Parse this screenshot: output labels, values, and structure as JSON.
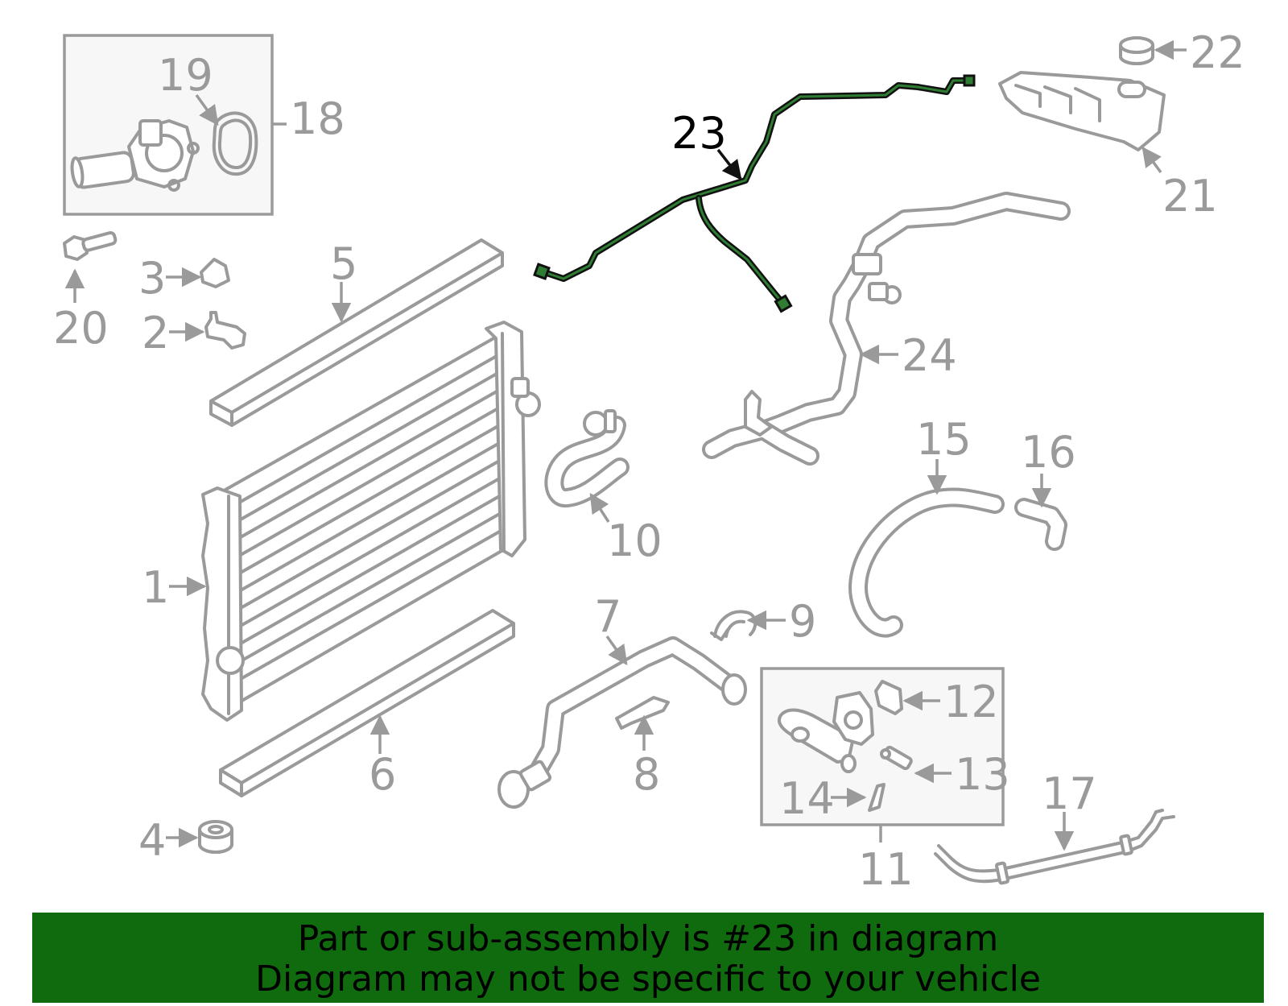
{
  "diagram": {
    "highlight_color": "#106b0e",
    "part_color": "#9a9a9a",
    "highlighted_part": "23",
    "callouts": {
      "c1": "1",
      "c2": "2",
      "c3": "3",
      "c4": "4",
      "c5": "5",
      "c6": "6",
      "c7": "7",
      "c8": "8",
      "c9": "9",
      "c10": "10",
      "c11": "11",
      "c12": "12",
      "c13": "13",
      "c14": "14",
      "c15": "15",
      "c16": "16",
      "c17": "17",
      "c18": "18",
      "c19": "19",
      "c20": "20",
      "c21": "21",
      "c22": "22",
      "c23": "23",
      "c24": "24"
    }
  },
  "banner": {
    "line1": "Part or sub-assembly is #23 in diagram",
    "line2": "Diagram may not be specific to your vehicle"
  }
}
